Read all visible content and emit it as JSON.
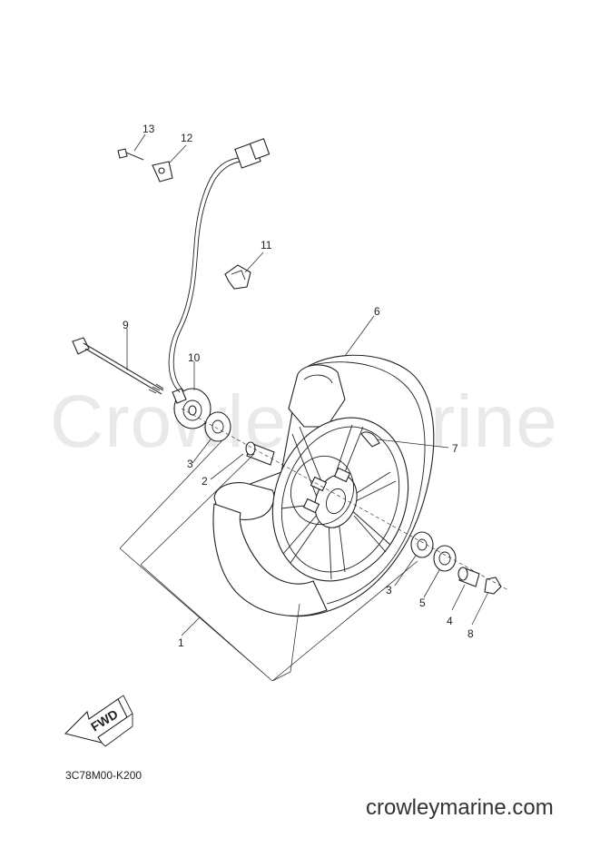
{
  "watermark": "CrowleyMarine",
  "diagram_code": "3C78M00-K200",
  "site_url": "crowleymarine.com",
  "fwd_label": "FWD",
  "callouts": {
    "c1": "1",
    "c2": "2",
    "c3a": "3",
    "c3b": "3",
    "c4": "4",
    "c5": "5",
    "c6": "6",
    "c7": "7",
    "c8": "8",
    "c9": "9",
    "c10": "10",
    "c11": "11",
    "c12": "12",
    "c13": "13"
  }
}
